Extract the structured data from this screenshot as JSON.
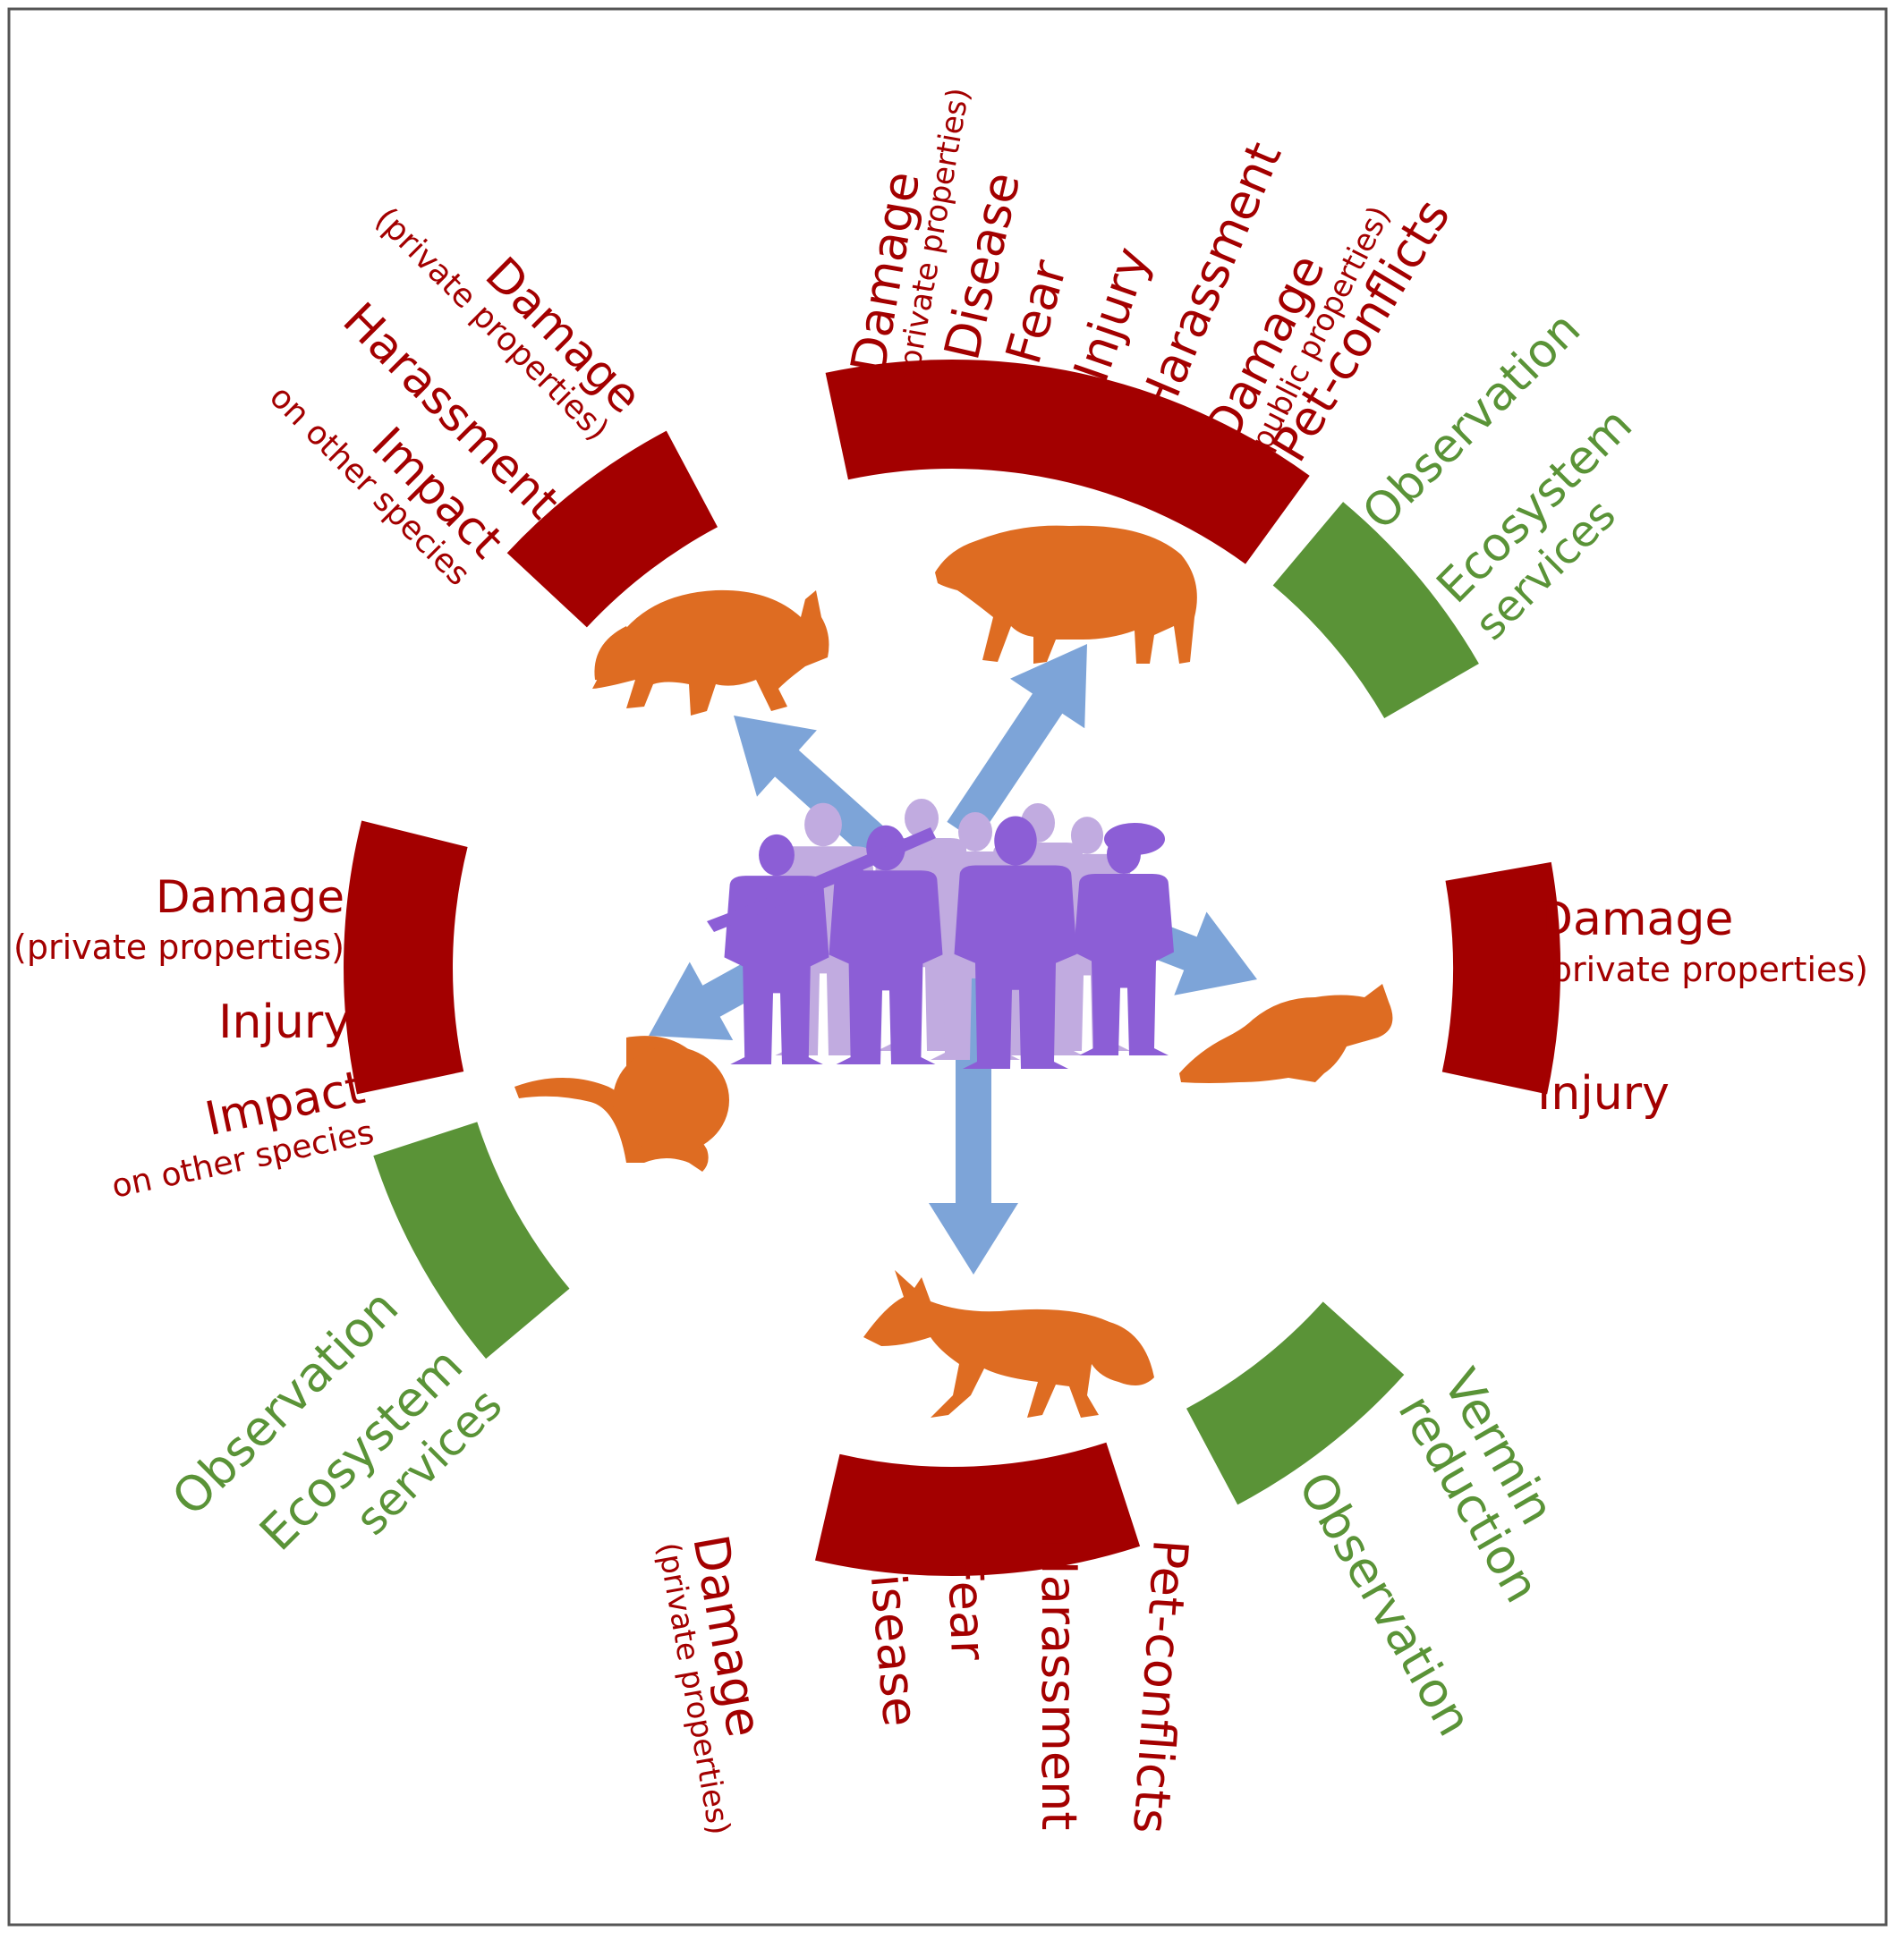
{
  "colors": {
    "negative": "#a30000",
    "positive": "#5a9337",
    "animal": "#de6c22",
    "arrow": "#7da4d8",
    "people_dark": "#8c5ed6",
    "people_light": "#c1abe0",
    "frame": "#555555"
  },
  "center": {
    "icon": "people-group-icon"
  },
  "species": [
    {
      "id": "raccoon",
      "icon": "raccoon-icon",
      "negative_labels": [
        {
          "main": "Damage",
          "sub": "(private properties)"
        },
        {
          "main": "Harassment",
          "sub": ""
        },
        {
          "main": "Impact",
          "sub": "on other species"
        }
      ],
      "positive_labels": []
    },
    {
      "id": "wild-boar",
      "icon": "wild-boar-icon",
      "negative_labels": [
        {
          "main": "Damage",
          "sub": "(private properties)"
        },
        {
          "main": "Disease",
          "sub": ""
        },
        {
          "main": "Fear",
          "sub": ""
        },
        {
          "main": "Injury",
          "sub": ""
        },
        {
          "main": "Harassment",
          "sub": ""
        },
        {
          "main": "Damage",
          "sub": "(public properties)"
        },
        {
          "main": "Pet-conflicts",
          "sub": ""
        }
      ],
      "positive_labels": [
        {
          "main": "Observation",
          "sub": ""
        },
        {
          "main": "Ecosystem",
          "sub": "services"
        }
      ]
    },
    {
      "id": "beaver",
      "icon": "beaver-icon",
      "negative_labels": [
        {
          "main": "Damage",
          "sub": "(private properties)"
        },
        {
          "main": "Injury",
          "sub": ""
        },
        {
          "main": "Impact",
          "sub": "on other species"
        }
      ],
      "positive_labels": [
        {
          "main": "Observation",
          "sub": ""
        },
        {
          "main": "Ecosystem",
          "sub": "services"
        }
      ]
    },
    {
      "id": "marten",
      "icon": "marten-icon",
      "negative_labels": [
        {
          "main": "Damage",
          "sub": "(private properties)"
        },
        {
          "main": "Injury",
          "sub": ""
        }
      ],
      "positive_labels": []
    },
    {
      "id": "fox",
      "icon": "fox-icon",
      "negative_labels": [
        {
          "main": "Damage",
          "sub": "(private properties)"
        },
        {
          "main": "Disease",
          "sub": ""
        },
        {
          "main": "Fear",
          "sub": ""
        },
        {
          "main": "Harassment",
          "sub": ""
        },
        {
          "main": "Pet-conflicts",
          "sub": ""
        }
      ],
      "positive_labels": [
        {
          "main": "Vermin",
          "sub": "reduction"
        },
        {
          "main": "Observation",
          "sub": ""
        }
      ]
    }
  ]
}
